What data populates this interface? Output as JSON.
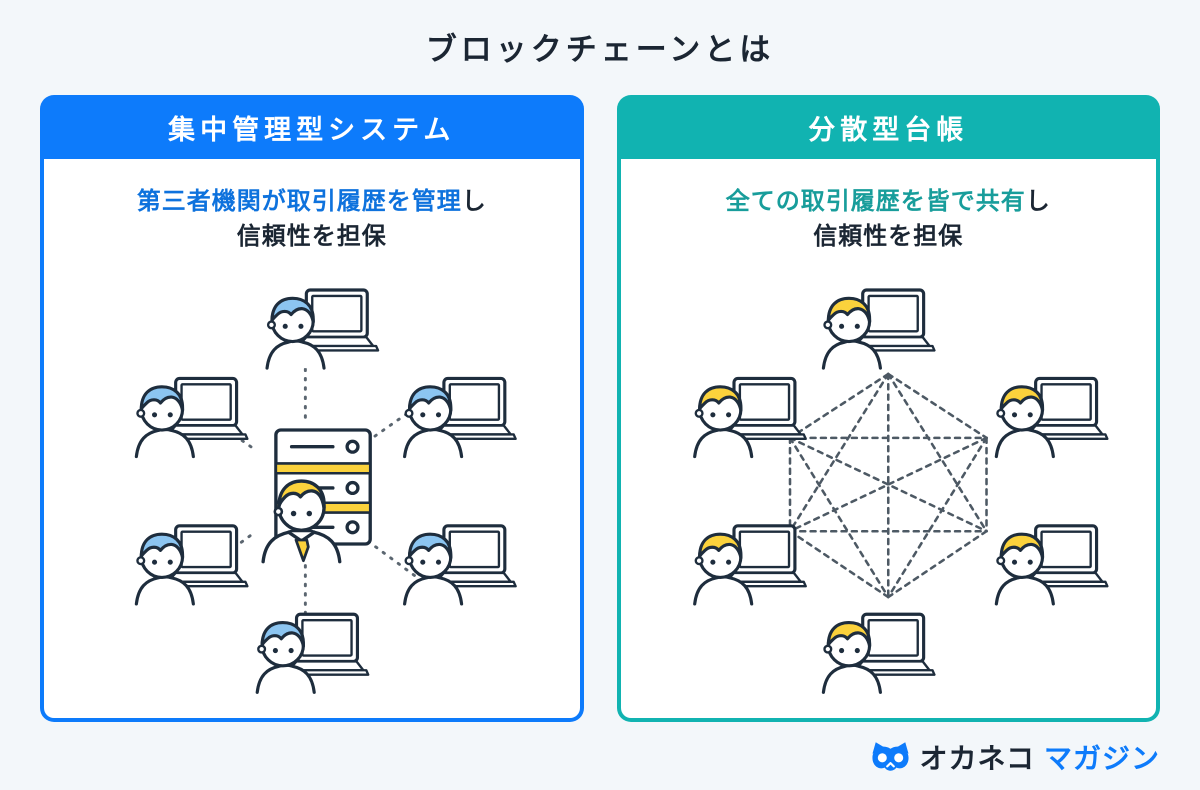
{
  "title": "ブロックチェーンとは",
  "panels": [
    {
      "id": "centralized",
      "header": "集中管理型システム",
      "subtitle_highlight": "第三者機関が取引履歴を管理",
      "subtitle_rest": "し",
      "subtitle_line2": "信頼性を担保",
      "accent_color": "#0d7bfb",
      "highlight_color": "#0e72dd",
      "network_type": "hub-and-spoke",
      "people_count": 6,
      "people_hair_color": "#8cc5f1",
      "center_figure": "server-with-administrator"
    },
    {
      "id": "distributed",
      "header": "分散型台帳",
      "subtitle_highlight": "全ての取引履歴を皆で共有",
      "subtitle_rest": "し",
      "subtitle_line2": "信頼性を担保",
      "accent_color": "#11b3b1",
      "highlight_color": "#189d9b",
      "network_type": "full-mesh",
      "people_count": 6,
      "people_hair_color": "#fbd23c",
      "center_figure": "mesh-network"
    }
  ],
  "logo": {
    "icon": "cat-logo-icon",
    "name": "オカネコ",
    "suffix": "マガジン",
    "name_color": "#1b2633",
    "suffix_color": "#0d7bfb"
  },
  "colors": {
    "background": "#f3f7fa",
    "panel_background": "#ffffff",
    "title_text": "#1b2633",
    "figure_outline": "#1e2d3d",
    "dotted_line": "#5b6670",
    "mesh_line": "#4d5964",
    "highlight_yellow": "#fbd23c"
  }
}
